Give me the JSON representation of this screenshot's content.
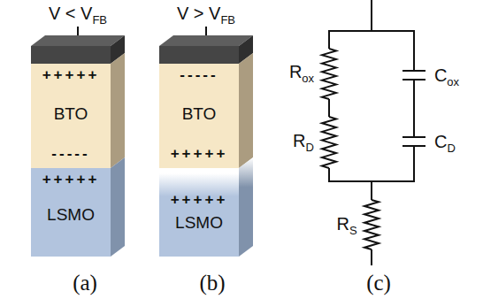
{
  "diagram": {
    "nodes": [
      {
        "text": [
          "+++++",
          "BTO",
          "-----"
        ]
      },
      {
        "text": [
          "+++++",
          "LSMO"
        ]
      },
      {
        "text": [
          "-----",
          "BTO",
          "+++++"
        ]
      },
      {
        "text": [
          "+++++",
          "LSMO"
        ]
      }
    ],
    "labels": [
      "V < V",
      "FB",
      "V > V",
      "FB",
      "R",
      "ox",
      "R",
      "D",
      "C",
      "ox",
      "C",
      "D",
      "R",
      "S",
      "(a)",
      "(b)",
      "(c)"
    ]
  }
}
